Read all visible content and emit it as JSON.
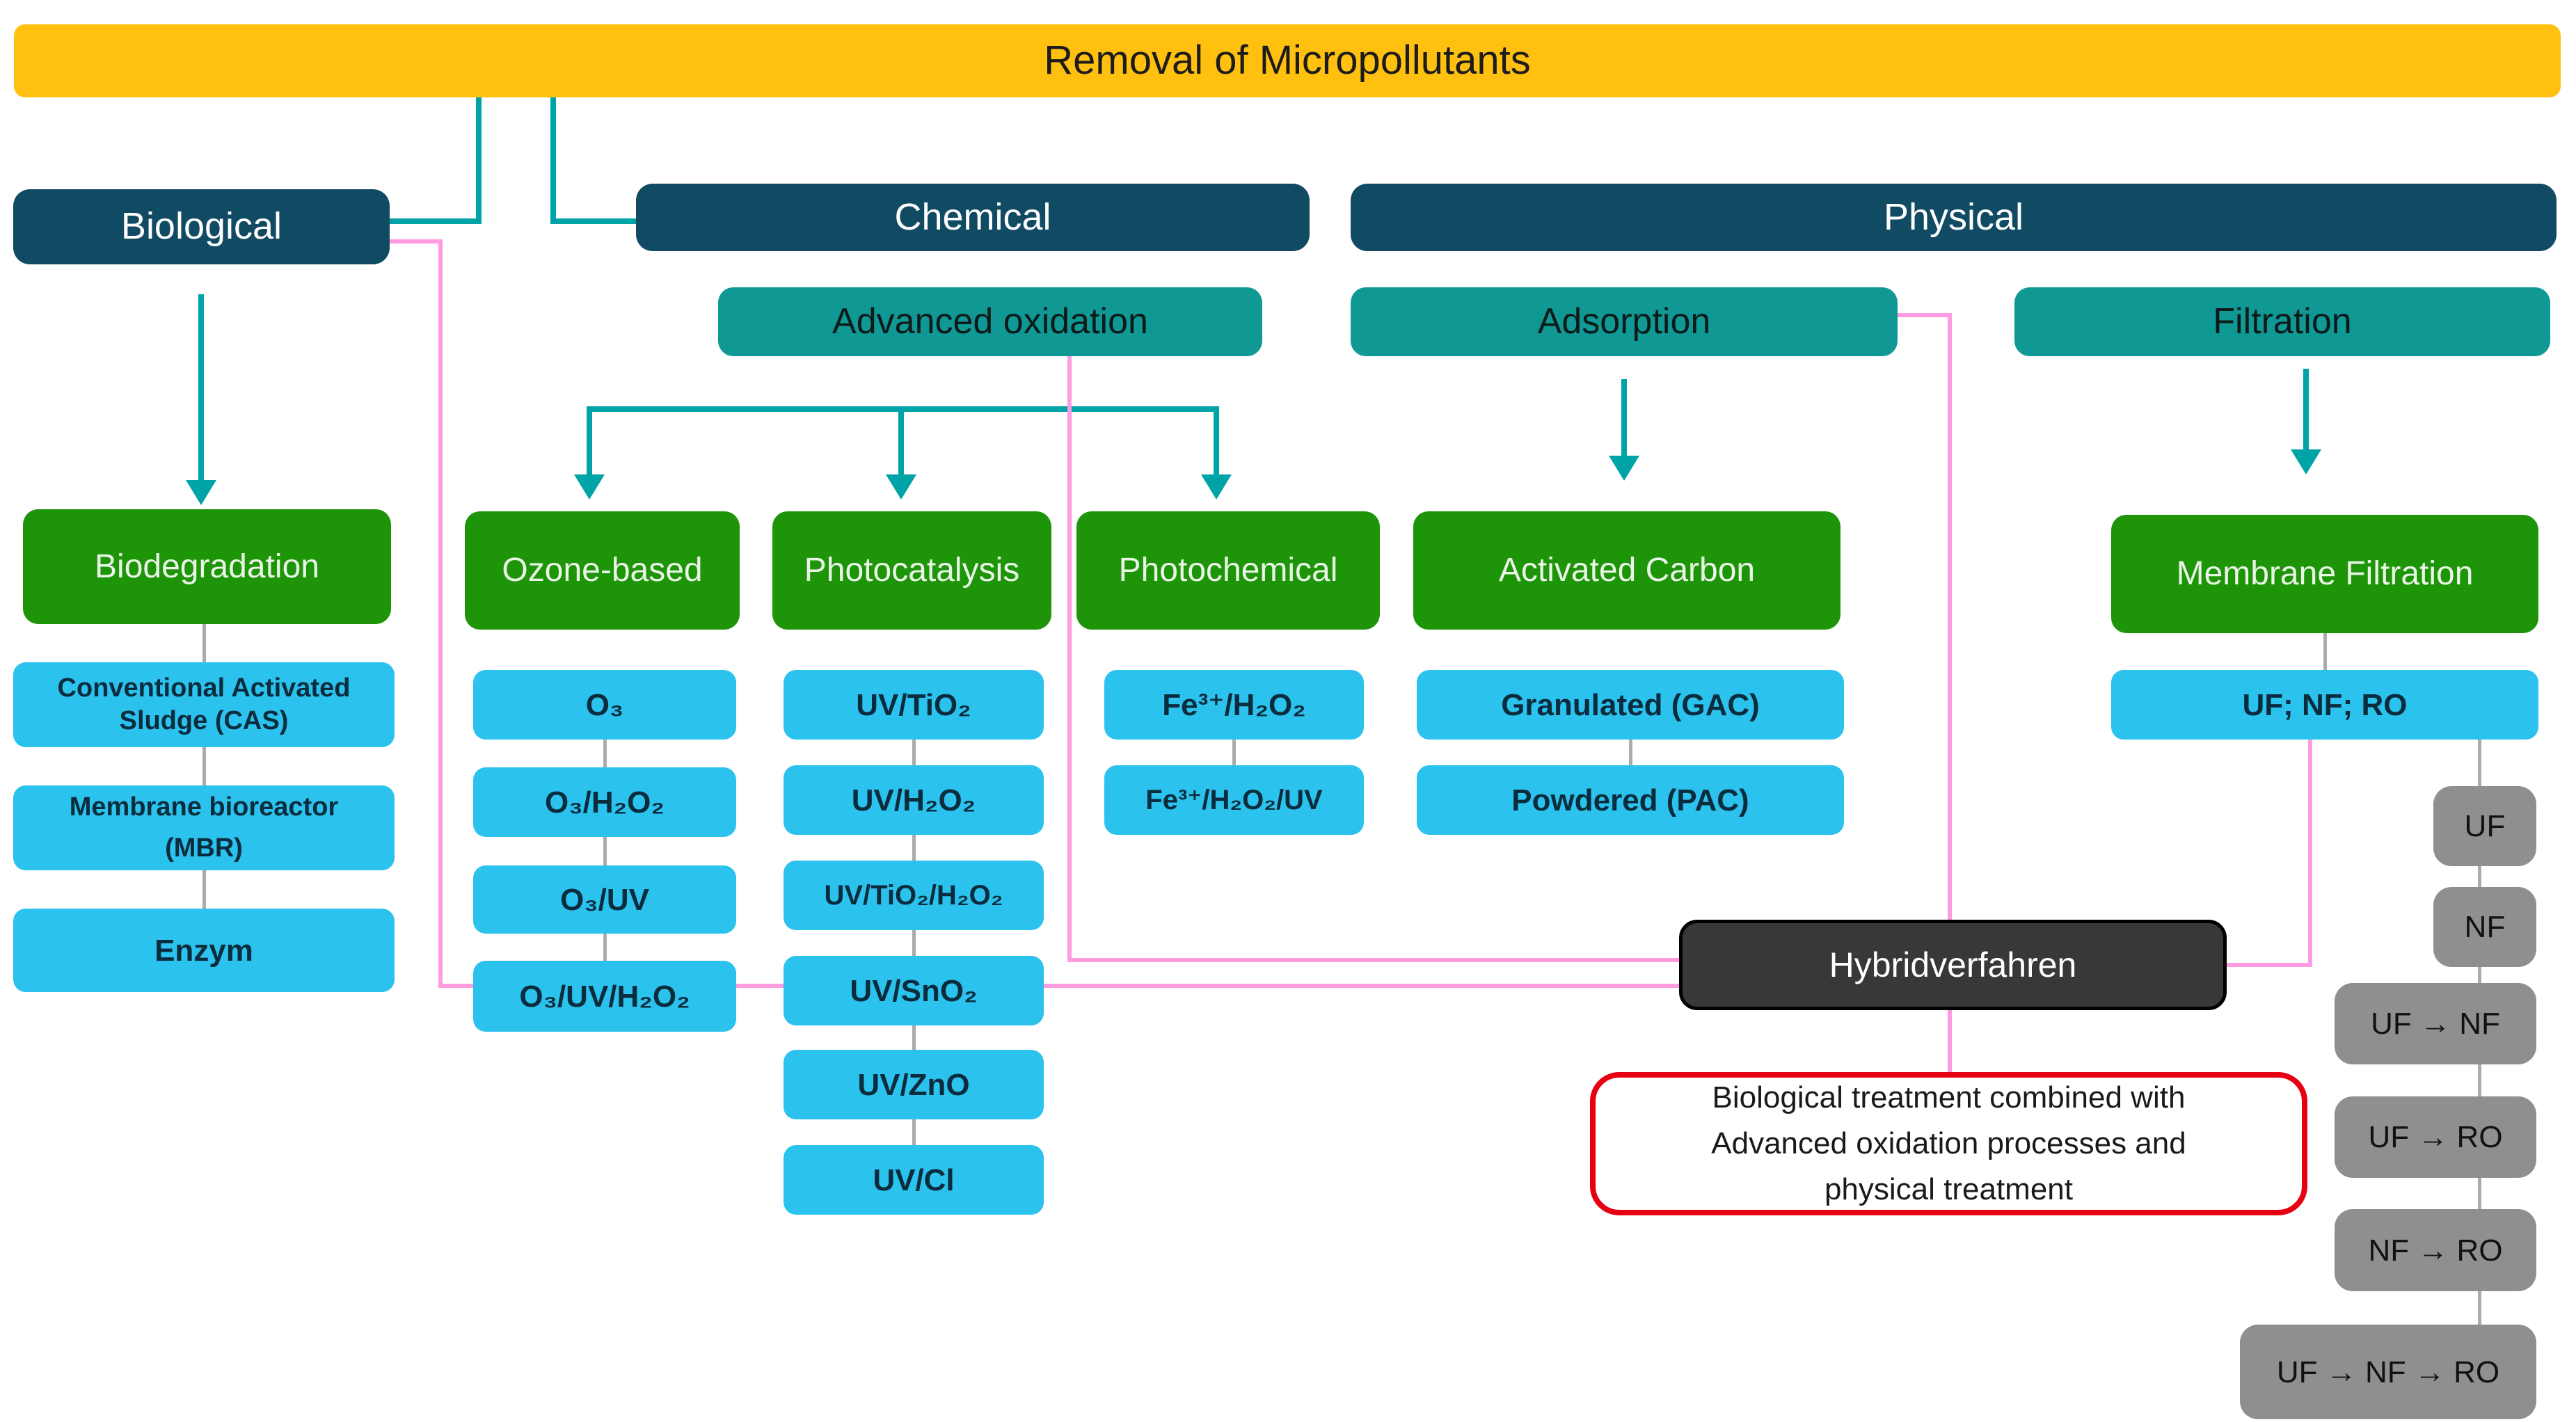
{
  "title": "Removal of Micropollutants",
  "branches": {
    "biological": {
      "label": "Biological"
    },
    "chemical": {
      "label": "Chemical"
    },
    "physical": {
      "label": "Physical"
    }
  },
  "subbranches": {
    "advanced_oxidation": {
      "label": "Advanced oxidation"
    },
    "adsorption": {
      "label": "Adsorption"
    },
    "filtration": {
      "label": "Filtration"
    }
  },
  "groups": {
    "biodegradation": {
      "label": "Biodegradation",
      "items": [
        "Conventional Activated\nSludge (CAS)",
        "Membrane bioreactor\n(MBR)",
        "Enzym"
      ]
    },
    "ozone_based": {
      "label": "Ozone-based",
      "items": [
        "O₃",
        "O₃/H₂O₂",
        "O₃/UV",
        "O₃/UV/H₂O₂"
      ]
    },
    "photocatalysis": {
      "label": "Photocatalysis",
      "items": [
        "UV/TiO₂",
        "UV/H₂O₂",
        "UV/TiO₂/H₂O₂",
        "UV/SnO₂",
        "UV/ZnO",
        "UV/Cl"
      ]
    },
    "photochemical": {
      "label": "Photochemical",
      "items": [
        "Fe³⁺/H₂O₂",
        "Fe³⁺/H₂O₂/UV"
      ]
    },
    "activated_carbon": {
      "label": "Activated Carbon",
      "items": [
        "Granulated (GAC)",
        "Powdered (PAC)"
      ]
    },
    "membrane_filtration": {
      "label": "Membrane Filtration",
      "items": [
        "UF; NF; RO"
      ]
    }
  },
  "membrane_sequences": [
    "UF",
    "NF",
    "UF → NF",
    "UF → RO",
    "NF → RO",
    "UF → NF → RO"
  ],
  "hybrid": {
    "label": "Hybridverfahren",
    "description": "Biological treatment combined with\nAdvanced oxidation processes and\nphysical treatment"
  },
  "colors": {
    "title_bg": "#FFC010",
    "branch_bg": "#114A63",
    "subbranch_bg": "#0F9894",
    "group_bg": "#1E9409",
    "item_bg": "#2BC2EE",
    "sequence_bg": "#8F8F8F",
    "hybrid_bg": "#383838",
    "note_border": "#E60012",
    "connector_teal": "#00A3A6",
    "connector_pink": "#FF9BE0",
    "connector_gray": "#ABABAB"
  }
}
